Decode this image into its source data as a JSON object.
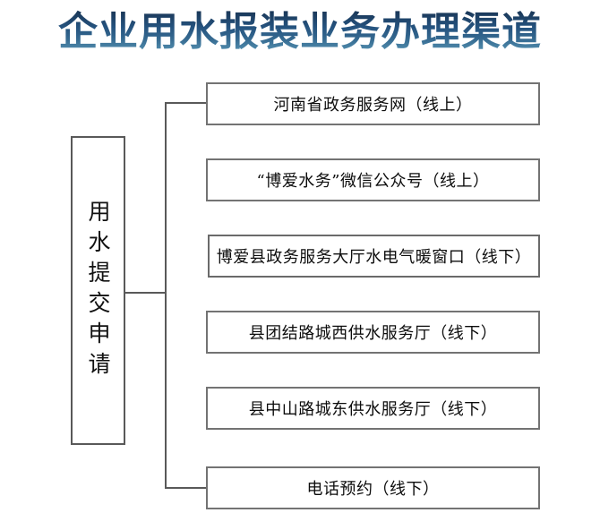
{
  "header": {
    "title": "企业用水报装业务办理渠道",
    "title_gradient_from": "#17314f",
    "title_gradient_to": "#7fa9c2"
  },
  "diagram": {
    "type": "flow-tree",
    "source": {
      "label": "用水提交申请",
      "orientation": "vertical",
      "border_color": "#595959"
    },
    "connector_color": "#595959",
    "box_border_color": "#737373",
    "channels": [
      {
        "id": "channel-1",
        "label": "河南省政务服务网（线上）",
        "mode": "线上"
      },
      {
        "id": "channel-2",
        "label": "“博爱水务”微信公众号（线上）",
        "mode": "线上"
      },
      {
        "id": "channel-3",
        "label": "博爱县政务服务大厅水电气暖窗口（线下）",
        "mode": "线下"
      },
      {
        "id": "channel-4",
        "label": "县团结路城西供水服务厅（线下）",
        "mode": "线下"
      },
      {
        "id": "channel-5",
        "label": "县中山路城东供水服务厅（线下）",
        "mode": "线下"
      },
      {
        "id": "channel-6",
        "label": "电话预约（线下）",
        "mode": "线下"
      }
    ]
  }
}
